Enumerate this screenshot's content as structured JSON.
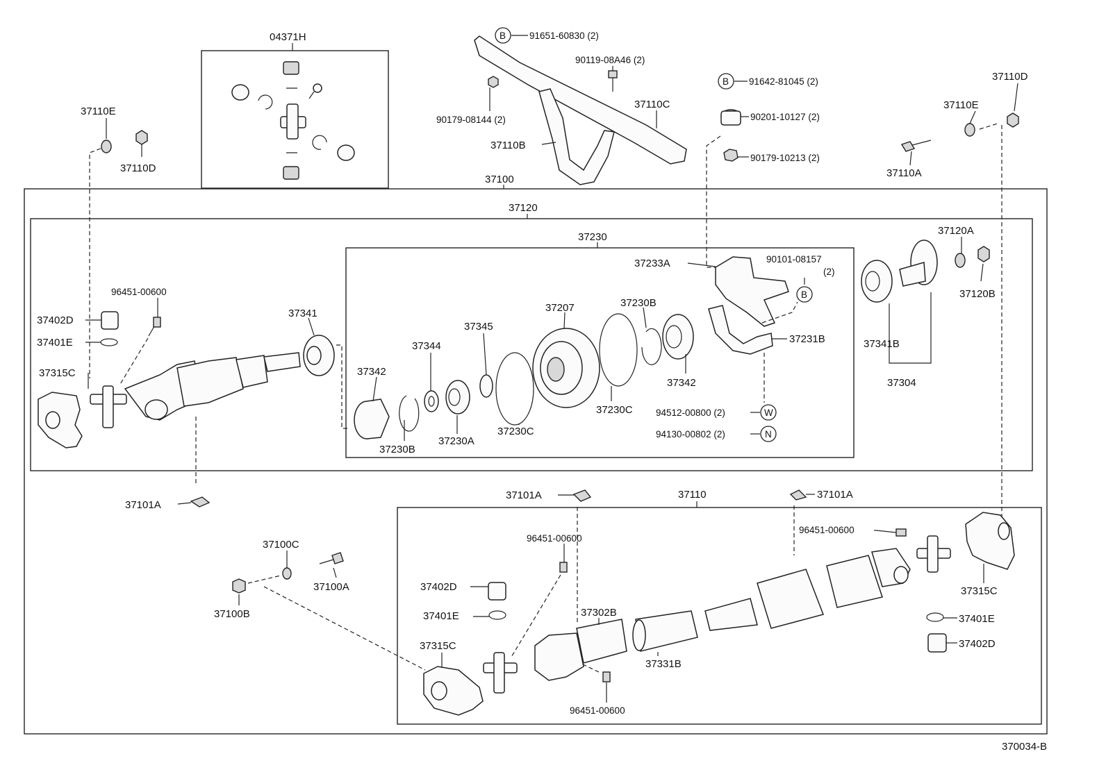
{
  "diagram_id": "370034-B",
  "groups": {
    "outer": "37100",
    "upper_shaft": "37120",
    "center_bearing": "37230",
    "lower_shaft": "37110",
    "kit": "04371H"
  },
  "labels": {
    "p37110E_l": "37110E",
    "p37110D_l": "37110D",
    "p37110E_r": "37110E",
    "p37110D_r": "37110D",
    "p37110A": "37110A",
    "b91651": "91651-60830 (2)",
    "p90119": "90119-08A46 (2)",
    "p90179a": "90179-08144 (2)",
    "p37110C": "37110C",
    "p37110B": "37110B",
    "b91642": "91642-81045 (2)",
    "p90201": "90201-10127 (2)",
    "p90179b": "90179-10213 (2)",
    "p96451_a": "96451-00600",
    "p37402D_a": "37402D",
    "p37401E_a": "37401E",
    "p37315C_a": "37315C",
    "p37341": "37341",
    "p37342_a": "37342",
    "p37344": "37344",
    "p37345": "37345",
    "p37207": "37207",
    "p37230B_a": "37230B",
    "p37233A": "37233A",
    "p90101": "90101-08157",
    "p90101_qty": "(2)",
    "p37231B": "37231B",
    "p37342_b": "37342",
    "p37230B_b": "37230B",
    "p37230A": "37230A",
    "p37230C_a": "37230C",
    "p37230C_b": "37230C",
    "p94512": "94512-00800 (2)",
    "p94130": "94130-00802 (2)",
    "p37120A": "37120A",
    "p37120B": "37120B",
    "p37341B": "37341B",
    "p37304": "37304",
    "p37101A_a": "37101A",
    "p37101A_b": "37101A",
    "p37101A_c": "37101A",
    "p37100C": "37100C",
    "p37100A": "37100A",
    "p37100B": "37100B",
    "p96451_b": "96451-00600",
    "p96451_c": "96451-00600",
    "p96451_d": "96451-00600",
    "p37402D_b": "37402D",
    "p37401E_b": "37401E",
    "p37315C_b": "37315C",
    "p37302B": "37302B",
    "p37331B": "37331B",
    "p37315C_c": "37315C",
    "p37401E_c": "37401E",
    "p37402D_c": "37402D"
  },
  "markers": {
    "b": "B",
    "w": "W",
    "n": "N"
  }
}
